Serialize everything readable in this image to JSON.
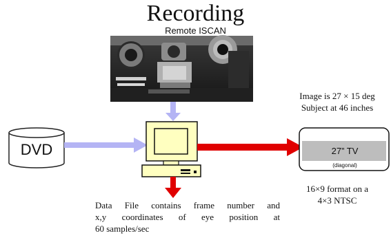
{
  "title": "Recording",
  "camera_label": "Remote ISCAN",
  "dvd_label": "DVD",
  "tv": {
    "label": "27” TV",
    "sublabel": "(diagonal)",
    "info_lines": [
      "Image is 27 × 15 deg",
      "Subject at 46 inches"
    ],
    "format_lines": [
      "16×9 format on a",
      "4×3 NTSC"
    ]
  },
  "data_file_lines": [
    "Data File contains frame number and",
    "x,y coordinates of eye position at",
    "60 samples/sec"
  ],
  "colors": {
    "input_arrow": "#b4b4f4",
    "output_arrow": "#e00000",
    "monitor": "#ffffc0",
    "tv_screen": "#bdbdbd"
  }
}
